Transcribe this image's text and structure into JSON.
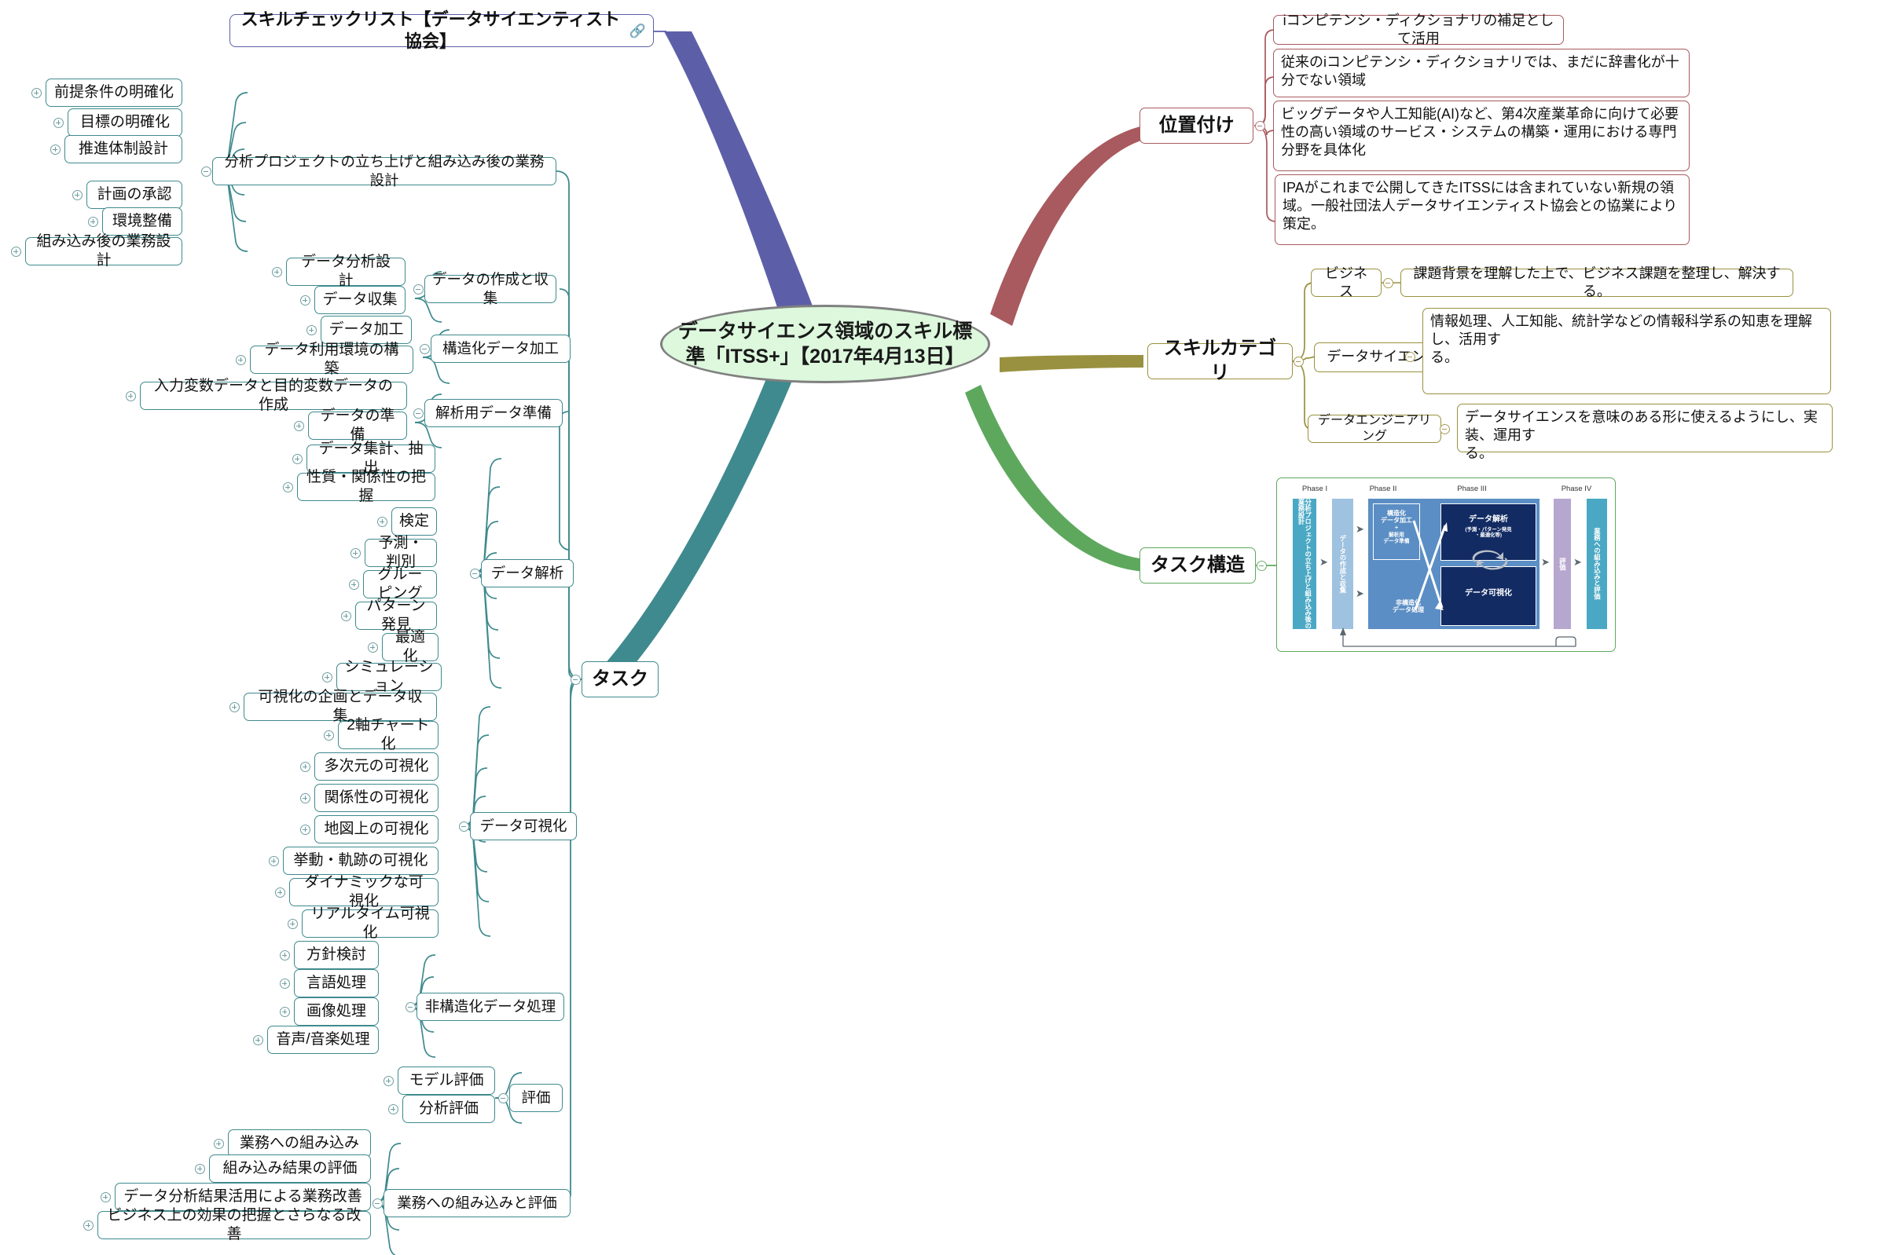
{
  "title_node": {
    "label": "スキルチェックリスト【データサイエンティスト協会】",
    "link_icon": "link-icon",
    "accent": "#5c5fa8"
  },
  "center": {
    "label": "データサイエンス領域のスキル標準「ITSS+」【2017年4月13日】",
    "fill": "#ddf8dd",
    "border": "#808080"
  },
  "branches": {
    "ichizuke": {
      "label": "位置付け",
      "accent": "#a85a5e",
      "items": [
        "iコンピテンシ・ディクショナリの補足として活用",
        "従来のiコンピテンシ・ディクショナリでは、まだに辞書化が十分でない領域",
        "ビッグデータや人工知能(AI)など、第4次産業革命に向けて必要性の高い領域のサービス・システムの構築・運用における専門分野を具体化",
        "IPAがこれまで公開してきたITSSには含まれていない新規の領域。一般社団法人データサイエンティスト協会との協業により策定。"
      ]
    },
    "skillcat": {
      "label": "スキルカテゴリ",
      "accent": "#9a9140",
      "items": [
        {
          "name": "ビジネス",
          "desc": "課題背景を理解した上で、ビジネス課題を整理し、解決する。"
        },
        {
          "name": "データサイエンス",
          "desc": "情報処理、人工知能、統計学などの情報科学系の知恵を理解し、活用す\nる。"
        },
        {
          "name": "データエンジニアリング",
          "desc": "データサイエンスを意味のある形に使えるようにし、実装、運用す\nる。"
        }
      ]
    },
    "taskstruct": {
      "label": "タスク構造",
      "accent": "#5ea85e",
      "diagram": {
        "phases": [
          "Phase I",
          "Phase II",
          "Phase III",
          "Phase IV"
        ],
        "col1": "分析プロジェクトの立ち上げと組み込み後の業務設計",
        "col2": "データの作成と収集",
        "box_structured": "構造化\nデータ加工",
        "box_structured_plus": "+",
        "box_structured_sub": "解析用\nデータ準備",
        "box_unstructured": "非構造化\nデータ処理",
        "box_analysis": "データ解析",
        "box_analysis_sub": "(予測・パターン発見\n・最適化等)",
        "box_visual": "データ可視化",
        "col_eval": "評価",
        "col_last": "業務への組み込みと評価"
      }
    },
    "task": {
      "label": "タスク",
      "accent": "#3f8a8e",
      "groups": [
        {
          "label": "分析プロジェクトの立ち上げと組み込み後の業務設計",
          "children": [
            "前提条件の明確化",
            "目標の明確化",
            "推進体制設計",
            "計画の承認",
            "環境整備",
            "組み込み後の業務設計"
          ]
        },
        {
          "label": "データの作成と収集",
          "children": [
            "データ分析設計",
            "データ収集"
          ]
        },
        {
          "label": "構造化データ加工",
          "children": [
            "データ加工",
            "データ利用環境の構築"
          ]
        },
        {
          "label": "解析用データ準備",
          "children": [
            "入力変数データと目的変数データの作成",
            "データの準備"
          ]
        },
        {
          "label": "データ解析",
          "children": [
            "データ集計、抽出",
            "性質・関係性の把握",
            "検定",
            "予測・判別",
            "グルーピング",
            "パターン発見",
            "最適化",
            "シミュレーション"
          ]
        },
        {
          "label": "データ可視化",
          "children": [
            "可視化の企画とデータ収集",
            "2軸チャート化",
            "多次元の可視化",
            "関係性の可視化",
            "地図上の可視化",
            "挙動・軌跡の可視化",
            "ダイナミックな可視化",
            "リアルタイム可視化"
          ]
        },
        {
          "label": "非構造化データ処理",
          "children": [
            "方針検討",
            "言語処理",
            "画像処理",
            "音声/音楽処理"
          ]
        },
        {
          "label": "評価",
          "children": [
            "モデル評価",
            "分析評価"
          ]
        },
        {
          "label": "業務への組み込みと評価",
          "children": [
            "業務への組み込み",
            "組み込み結果の評価",
            "データ分析結果活用による業務改善",
            "ビジネス上の効果の把握とさらなる改善"
          ]
        }
      ]
    }
  }
}
